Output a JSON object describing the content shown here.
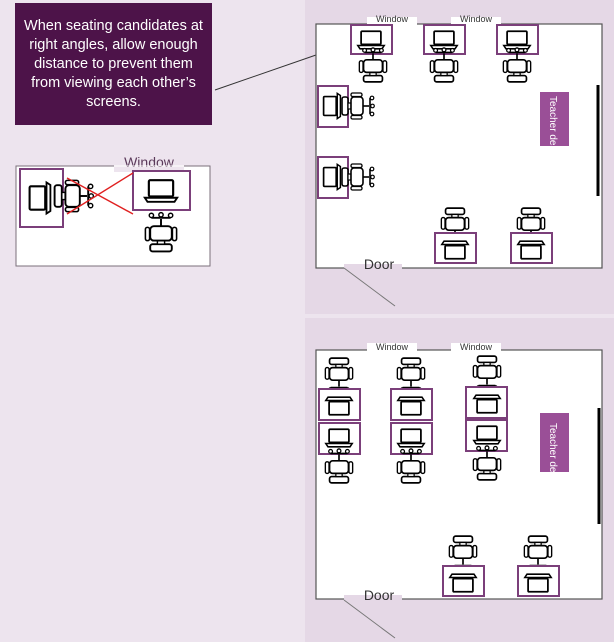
{
  "callout": {
    "text": "When seating candidates at right angles, allow enough distance to prevent them from viewing each other’s screens."
  },
  "example": {
    "window_label": "Window"
  },
  "room_top": {
    "window_left": "Window",
    "window_right": "Window",
    "teacher_desk": "Teacher desk",
    "door": "Door"
  },
  "room_bottom": {
    "window_left": "Window",
    "window_right": "Window",
    "teacher_desk": "Teacher desk",
    "door": "Door"
  },
  "colors": {
    "accent": "#7b3f7a",
    "callout_bg": "#4d1349",
    "sightline": "#e02020"
  },
  "icons": [
    "laptop-icon",
    "office-chair-icon"
  ]
}
